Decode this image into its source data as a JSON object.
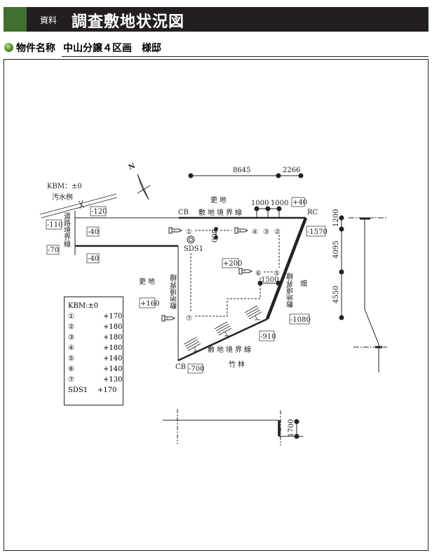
{
  "header": {
    "tag": "資料",
    "title": "調査敷地状況図"
  },
  "property": {
    "label": "物件名称",
    "value": "中山分譲４区画　様邸"
  },
  "diagram": {
    "north": "N",
    "kbm_top": "KBM：±0",
    "manhole": "汚水桝",
    "dim_top": [
      "8645",
      "2266"
    ],
    "dim_1000": [
      "1000",
      "1000"
    ],
    "dim_300": "300",
    "dim_1500": "1500",
    "dim_1700": "1700",
    "dim_right": [
      "1200",
      "4095",
      "4550"
    ],
    "cb": "CB",
    "rc": "RC",
    "boundary": "敷地境界線",
    "road_boundary": "道路境界線",
    "vacant": "更地",
    "field": "畑",
    "bamboo": "竹林",
    "sds": "SDS1",
    "levels": {
      "m120": "-120",
      "m110": "-110",
      "m40a": "-40",
      "m70": "-70",
      "m40b": "-40",
      "p40": "+40",
      "m1570": "-1570",
      "p200": "+200",
      "p160": "+160",
      "m1080": "-1080",
      "m910": "-910",
      "m700": "-700"
    },
    "points": [
      "①",
      "②",
      "③",
      "④",
      "⑤",
      "⑥",
      "⑦"
    ]
  },
  "legend": {
    "title": "KBM:±0",
    "rows": [
      {
        "k": "①",
        "v": "+170"
      },
      {
        "k": "②",
        "v": "+180"
      },
      {
        "k": "③",
        "v": "+180"
      },
      {
        "k": "④",
        "v": "+180"
      },
      {
        "k": "⑤",
        "v": "+140"
      },
      {
        "k": "⑥",
        "v": "+140"
      },
      {
        "k": "⑦",
        "v": "+130"
      },
      {
        "k": "SDS1",
        "v": "+170"
      }
    ]
  }
}
